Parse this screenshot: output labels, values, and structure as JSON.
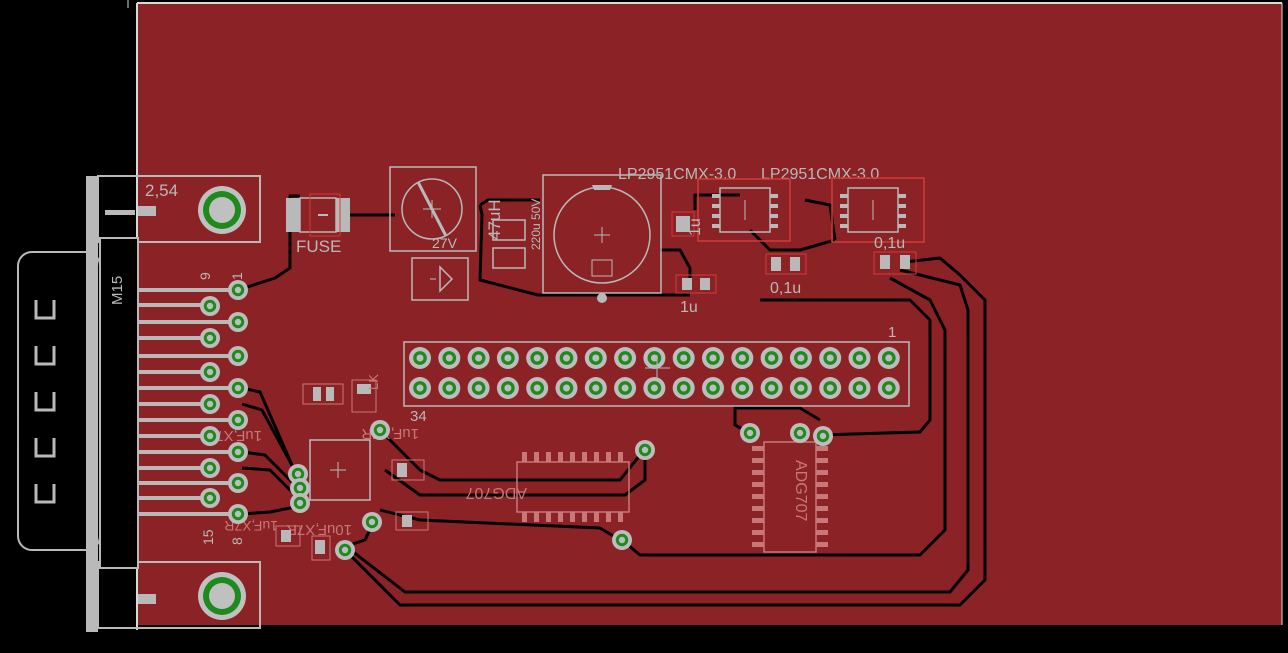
{
  "colors": {
    "background": "#000000",
    "board_fill": "#8b2225",
    "trace": "#000000",
    "pad_ring": "#1e7a1e",
    "silkscreen": "#b9b9b9",
    "outline_red": "#d43a3a"
  },
  "connector": {
    "name": "M15",
    "pin_first_top": "9",
    "pin_first_right": "1",
    "pin_last_left": "15",
    "pin_last_right": "8"
  },
  "labels": {
    "mount_hole_spacing": "2,54",
    "fuse": "FUSE",
    "regulator_1": "LP2951CMX-3.0",
    "regulator_2": "LP2951CMX-3.0",
    "cap_1u_top": "1u",
    "cap_1u_bottom": "1u",
    "cap_01u_a": "0,1u",
    "cap_01u_b": "0,1u",
    "electrolytic": "220u 50V",
    "inductor": "47uH",
    "header_pin_1": "1",
    "header_pin_34": "34",
    "mux_1": "ADG707",
    "mux_2": "ADG707",
    "cap_1uf_x7r": "1uF,X7R",
    "cap_10uf_x7r": "10uF,X7R",
    "cap_x7r_a": "1uF,X7R",
    "cap_x7r_b": "1uF,X7R",
    "misc_27v": "27V",
    "misc_lk": "LK"
  }
}
